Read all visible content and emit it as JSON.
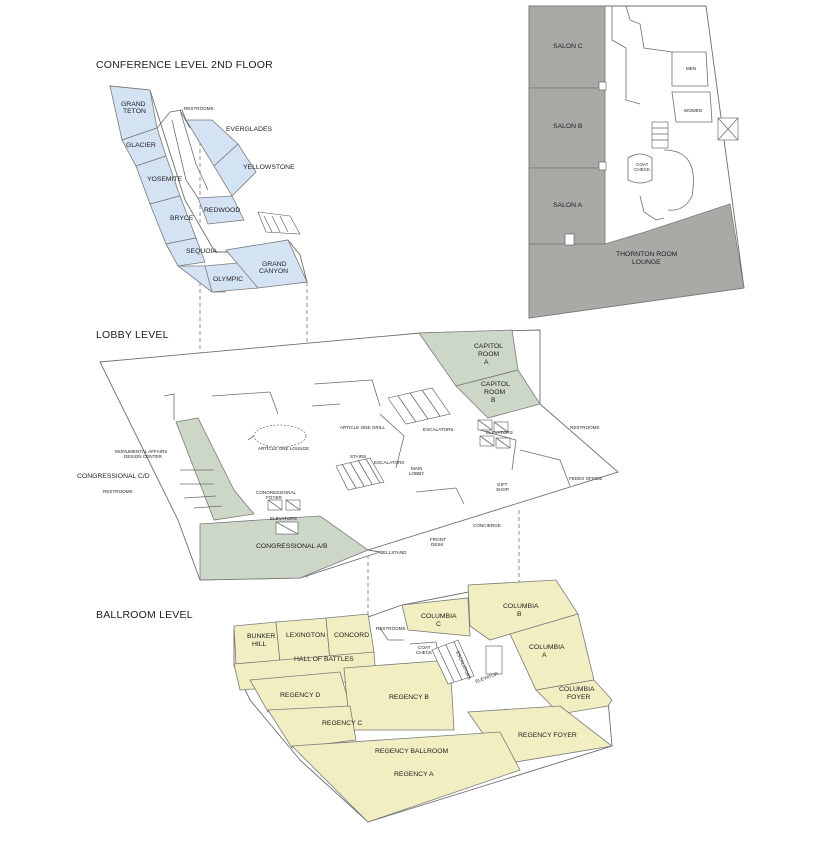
{
  "titles": {
    "conference": "CONFERENCE LEVEL 2ND FLOOR",
    "lobby": "LOBBY LEVEL",
    "ballroom": "BALLROOM LEVEL"
  },
  "conference_rooms": {
    "grand_teton_1": "GRAND",
    "grand_teton_2": "TETON",
    "restrooms": "RESTROOMS",
    "everglades": "EVERGLADES",
    "glacier": "GLACIER",
    "yellowstone": "YELLOWSTONE",
    "yosemite": "YOSEMITE",
    "redwood": "REDWOOD",
    "bryce": "BRYCE",
    "sequoia": "SEQUOIA",
    "grand_canyon_1": "GRAND",
    "grand_canyon_2": "CANYON",
    "olympic": "OLYMPIC"
  },
  "salon_rooms": {
    "salon_c": "SALON C",
    "salon_b": "SALON B",
    "salon_a": "SALON A",
    "men": "MEN",
    "women": "WOMEN",
    "coat_check_1": "COAT",
    "coat_check_2": "CHECK",
    "thornton_1": "THORNTON ROOM",
    "thornton_2": "LOUNGE"
  },
  "lobby_rooms": {
    "capitol_a_1": "CAPITOL",
    "capitol_a_2": "ROOM",
    "capitol_a_3": "A",
    "capitol_b_1": "CAPITOL",
    "capitol_b_2": "ROOM",
    "capitol_b_3": "B",
    "restrooms_right": "RESTROOMS",
    "article_one_grill": "ARTICLE ONE GRILL",
    "escalators_top": "ESCALATORS",
    "elevators_right": "ELEVATORS",
    "article_one_lounge": "ARTICLE ONE LOUNGE",
    "monumental_1": "MONUMENTAL AFFAIRS",
    "monumental_2": "DESIGN CENTER",
    "congressional_cd": "CONGRESSIONAL C/D",
    "restrooms_left": "RESTROOMS",
    "stairs": "STAIRS",
    "escalators_mid": "ESCALATORS",
    "main_lobby_1": "MAIN",
    "main_lobby_2": "LOBBY",
    "gift_shop_1": "GIFT",
    "gift_shop_2": "SHOP",
    "fedex_office": "FEDEX OFFICE",
    "congressional_foyer_1": "CONGRESSIONAL",
    "congressional_foyer_2": "FOYER",
    "elevators_left": "ELEVATORS",
    "concierge": "CONCIERGE",
    "congressional_ab": "CONGRESSIONAL A/B",
    "front_desk_1": "FRONT",
    "front_desk_2": "DESK",
    "bellstand": "BELLSTAND"
  },
  "ballroom_rooms": {
    "columbia_c_1": "COLUMBIA",
    "columbia_c_2": "C",
    "columbia_b_1": "COLUMBIA",
    "columbia_b_2": "B",
    "bunker_hill_1": "BUNKER",
    "bunker_hill_2": "HILL",
    "lexington": "LEXINGTON",
    "concord": "CONCORD",
    "restrooms": "RESTROOMS",
    "columbia_a_1": "COLUMBIA",
    "columbia_a_2": "A",
    "coat_check_1": "COAT",
    "coat_check_2": "CHECK",
    "escalators": "ESCALATORS",
    "hall_of_battles": "HALL OF BATTLES",
    "elevator": "ELEVATOR",
    "columbia_foyer_1": "COLUMBIA",
    "columbia_foyer_2": "FOYER",
    "regency_d": "REGENCY D",
    "regency_b": "REGENCY B",
    "regency_c": "REGENCY C",
    "regency_foyer": "REGENCY FOYER",
    "regency_ballroom": "REGENCY BALLROOM",
    "regency_a": "REGENCY A"
  },
  "colors": {
    "conference": "#d4e3f4",
    "lobby": "#cdd7c7",
    "ballroom": "#f1eec2",
    "salon": "#a7aaa5"
  }
}
